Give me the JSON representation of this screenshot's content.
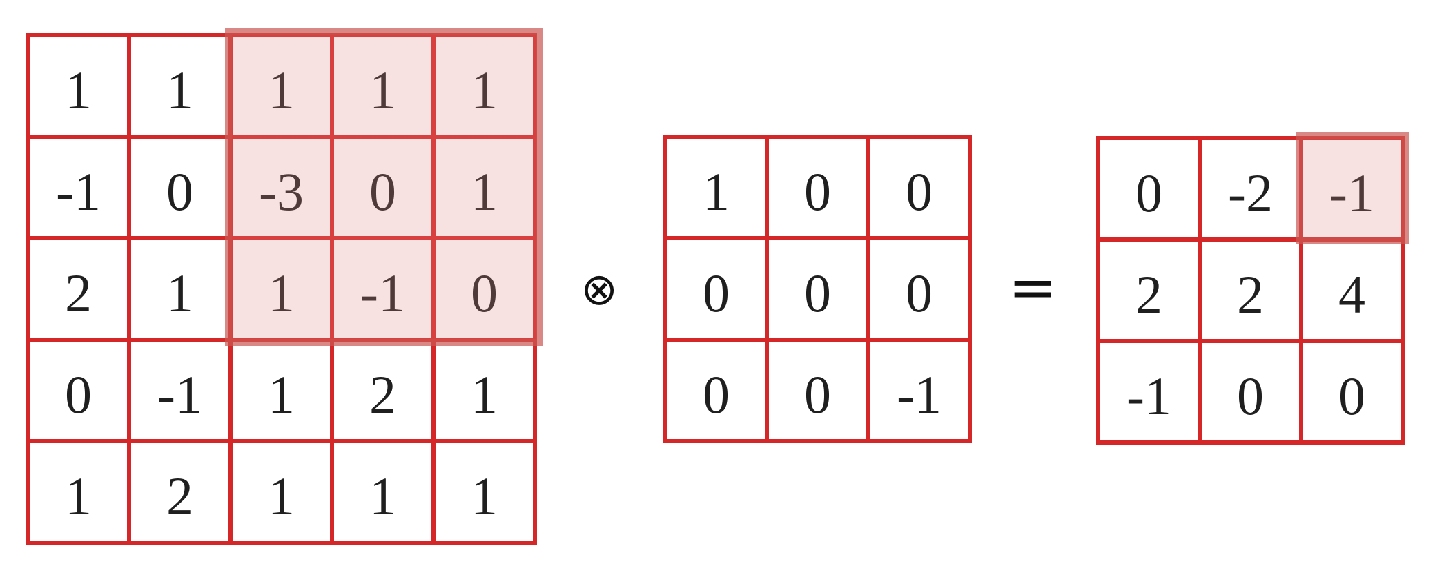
{
  "operation": {
    "name": "2D convolution",
    "operator_symbol": "⊗",
    "equals_symbol": "="
  },
  "input_matrix": {
    "rows": 5,
    "cols": 5,
    "values": [
      [
        1,
        1,
        1,
        1,
        1
      ],
      [
        -1,
        0,
        -3,
        0,
        1
      ],
      [
        2,
        1,
        1,
        -1,
        0
      ],
      [
        0,
        -1,
        1,
        2,
        1
      ],
      [
        1,
        2,
        1,
        1,
        1
      ]
    ],
    "highlight": {
      "row_start": 1,
      "col_start": 3,
      "row_end": 3,
      "col_end": 5,
      "description": "highlighted 3x3 receptive field (top-right of input)"
    }
  },
  "kernel_matrix": {
    "rows": 3,
    "cols": 3,
    "values": [
      [
        1,
        0,
        0
      ],
      [
        0,
        0,
        0
      ],
      [
        0,
        0,
        -1
      ]
    ]
  },
  "output_matrix": {
    "rows": 3,
    "cols": 3,
    "values": [
      [
        0,
        -2,
        -1
      ],
      [
        2,
        2,
        4
      ],
      [
        -1,
        0,
        0
      ]
    ],
    "highlight": {
      "row": 1,
      "col": 3,
      "value": -1,
      "description": "highlighted output cell produced by the highlighted receptive field"
    }
  },
  "colors": {
    "grid_line": "#d62728",
    "highlight_fill": "rgba(224,140,136,0.25)",
    "highlight_border": "rgba(200,80,76,0.62)",
    "text": "#1f1f1f"
  }
}
